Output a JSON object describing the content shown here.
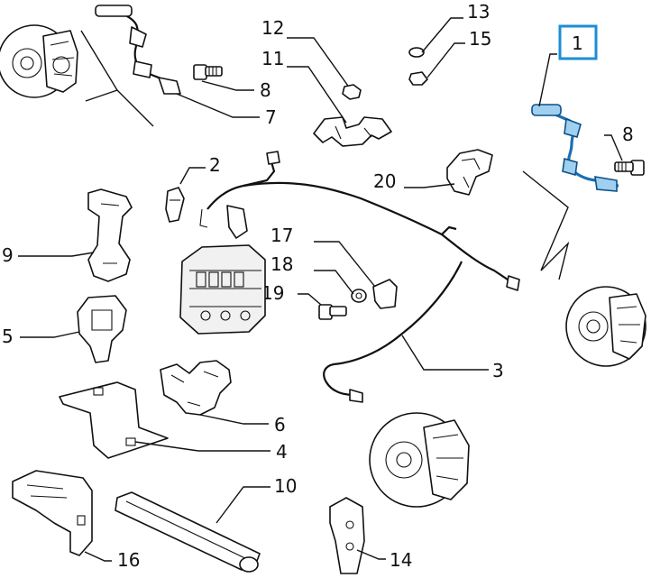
{
  "callouts": {
    "c1": "1",
    "c2": "2",
    "c3": "3",
    "c4": "4",
    "c5": "5",
    "c6": "6",
    "c7": "7",
    "c8a": "8",
    "c8b": "8",
    "c9": "9",
    "c10": "10",
    "c11": "11",
    "c12": "12",
    "c13": "13",
    "c14": "14",
    "c15": "15",
    "c16": "16",
    "c17": "17",
    "c18": "18",
    "c19": "19",
    "c20": "20"
  },
  "selected_callout": "1",
  "colors": {
    "highlight": "#1b8ed6",
    "highlight_part": "#1b6fb3",
    "ink": "#111111",
    "background": "#ffffff"
  }
}
